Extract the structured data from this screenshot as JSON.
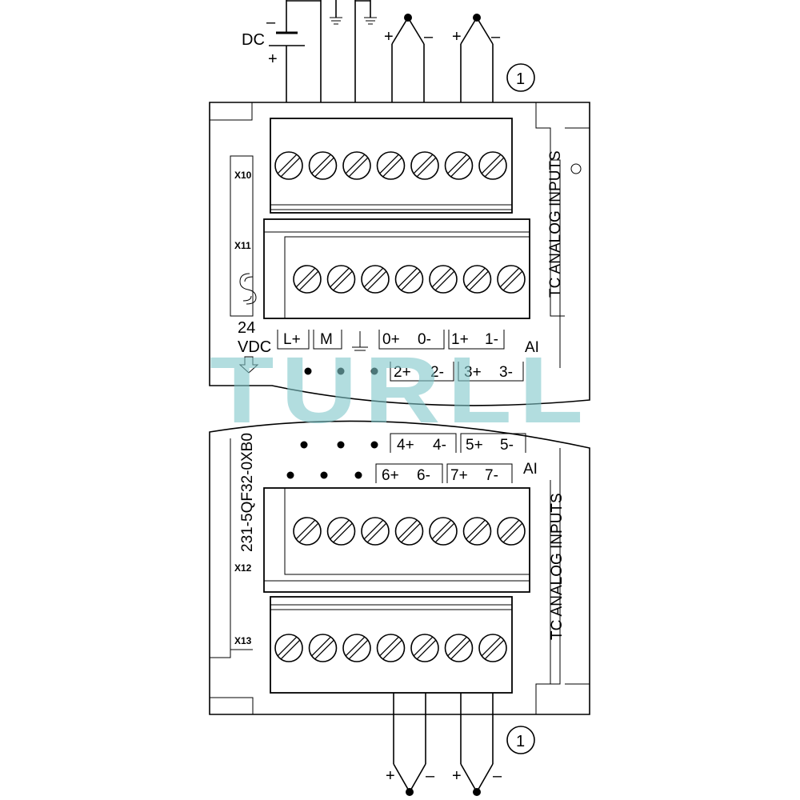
{
  "power": {
    "dc_label": "DC",
    "minus_sign": "–",
    "plus_sign": "+"
  },
  "callouts": [
    "1",
    "1"
  ],
  "watermark": "TURLL",
  "connectors": {
    "x10": "X10",
    "x11": "X11",
    "x12": "X12",
    "x13": "X13"
  },
  "module": {
    "title_top": "TC ANALOG INPUTS",
    "title_bottom": "TC ANALOG INPUTS",
    "part_number": "231-5QF32-0XB0",
    "supply_label_1": "24",
    "supply_label_2": "VDC"
  },
  "terminals_top": {
    "supply": [
      "L+",
      "M"
    ],
    "group_a": [
      "0+",
      "0-"
    ],
    "group_b": [
      "1+",
      "1-"
    ],
    "group_c": [
      "2+",
      "2-"
    ],
    "group_d": [
      "3+",
      "3-"
    ],
    "ai_label": "AI"
  },
  "terminals_bottom": {
    "group_a": [
      "4+",
      "4-"
    ],
    "group_b": [
      "5+",
      "5-"
    ],
    "group_c": [
      "6+",
      "6-"
    ],
    "group_d": [
      "7+",
      "7-"
    ],
    "ai_label": "AI"
  },
  "thermocouple_signs": {
    "plus": "+",
    "minus": "–"
  }
}
